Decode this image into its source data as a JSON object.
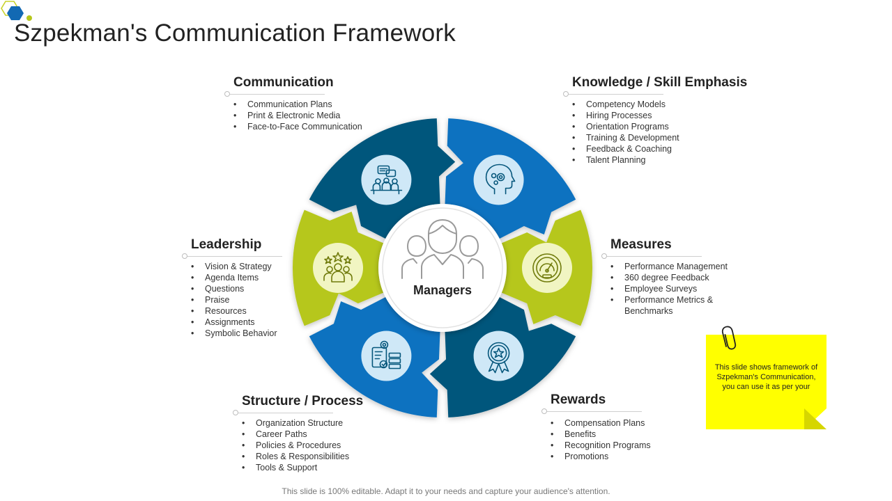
{
  "title": "Szpekman's Communication Framework",
  "center_label": "Managers",
  "sections": {
    "communication": {
      "heading": "Communication",
      "items": [
        "Communication Plans",
        "Print & Electronic Media",
        "Face-to-Face Communication"
      ]
    },
    "knowledge": {
      "heading": "Knowledge / Skill Emphasis",
      "items": [
        "Competency Models",
        "Hiring Processes",
        "Orientation Programs",
        "Training  & Development",
        "Feedback & Coaching",
        "Talent Planning"
      ]
    },
    "leadership": {
      "heading": "Leadership",
      "items": [
        "Vision & Strategy",
        "Agenda Items",
        "Questions",
        "Praise",
        "Resources",
        "Assignments",
        "Symbolic Behavior"
      ]
    },
    "measures": {
      "heading": "Measures",
      "items": [
        "Performance  Management",
        "360 degree Feedback",
        "Employee Surveys",
        "Performance  Metrics &",
        "Benchmarks"
      ]
    },
    "structure": {
      "heading": "Structure / Process",
      "items": [
        "Organization Structure",
        "Career Paths",
        "Policies & Procedures",
        "Roles & Responsibilities",
        "Tools & Support"
      ]
    },
    "rewards": {
      "heading": "Rewards",
      "items": [
        "Compensation Plans",
        "Benefits",
        "Recognition Programs",
        "Promotions"
      ]
    }
  },
  "note": "This slide shows framework of Szpekman's Communication, you can use it as per your",
  "footer": "This slide is 100% editable. Adapt it to your needs and capture your audience's attention.",
  "colors": {
    "dark_blue": "#05567b",
    "blue": "#0b72c0",
    "lime": "#b6c71c",
    "icon_circle_blue": "#cfe8f7",
    "icon_circle_lime": "#f1f5c2",
    "note_yellow": "#ffff00"
  },
  "segment_icons": [
    "meeting-icon",
    "head-gears-icon",
    "speedometer-icon",
    "award-badge-icon",
    "process-document-icon",
    "team-stars-icon"
  ],
  "center_icon": "managers-group-icon"
}
